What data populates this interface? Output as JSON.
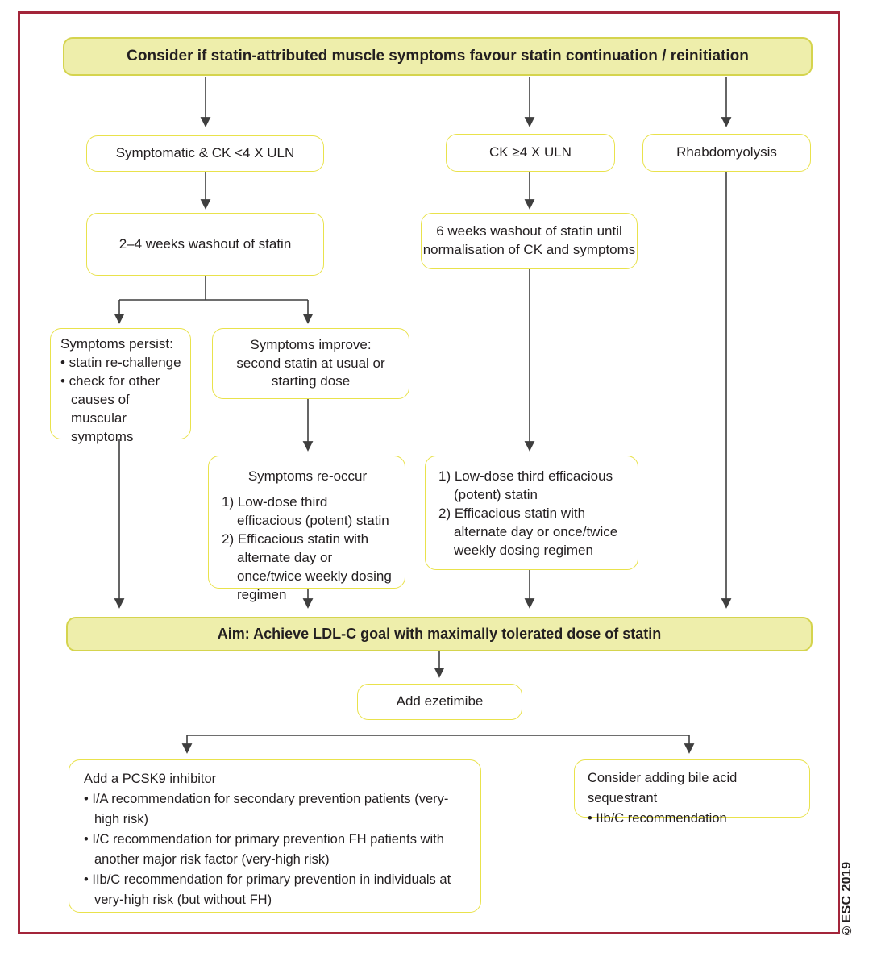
{
  "banner": {
    "text": "Consider if statin-attributed muscle symptoms favour statin continuation / reinitiation"
  },
  "row1": {
    "symptomatic": "Symptomatic & CK <4 X ULN",
    "ck4": "CK ≥4 X ULN",
    "rhabdo": "Rhabdomyolysis"
  },
  "washout24": {
    "text": "2–4 weeks washout of statin"
  },
  "persist": {
    "title": "Symptoms persist:",
    "bullets": [
      "• statin re-challenge",
      "• check for other causes of muscular symptoms"
    ]
  },
  "improve": {
    "lines": [
      "Symptoms improve:",
      "second statin at usual or",
      "starting dose"
    ]
  },
  "reoccur": {
    "title": "Symptoms re-occur",
    "items": [
      "1) Low-dose third efficacious (potent) statin",
      "2) Efficacious statin with alternate day or once/twice weekly dosing regimen"
    ]
  },
  "washout6": {
    "lines": [
      "6 weeks washout of statin until",
      "normalisation of CK and symptoms"
    ]
  },
  "thirdstatin": {
    "items": [
      "1) Low-dose third efficacious (potent) statin",
      "2) Efficacious statin with alternate day or once/twice weekly dosing regimen"
    ]
  },
  "aim": {
    "text": "Aim: Achieve LDL-C goal with maximally tolerated dose of statin"
  },
  "ezetimibe": {
    "text": "Add ezetimibe"
  },
  "pcsk9": {
    "title": "Add a PCSK9 inhibitor",
    "bullets": [
      "• I/A recommendation for secondary prevention patients (very-high risk)",
      "• I/C recommendation for primary prevention FH patients with another major risk factor (very-high risk)",
      "• IIb/C recommendation for primary prevention in individuals at very-high risk (but without FH)"
    ]
  },
  "bileacid": {
    "title": "Consider adding bile acid sequestrant",
    "bullets": [
      "• IIb/C recommendation"
    ]
  },
  "copyright": "©ESC 2019",
  "colors": {
    "frame_red": "#a3253a",
    "banner_fill": "#eeeeab",
    "banner_border": "#d5d44e",
    "box_border": "#e9e24c",
    "arrow": "#3f3f3f",
    "text": "#231f20"
  }
}
